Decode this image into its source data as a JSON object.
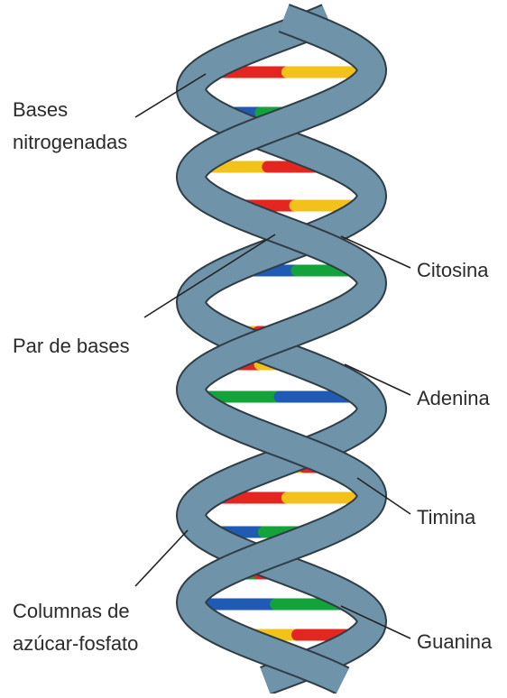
{
  "labels": {
    "bases_nitrogenadas": [
      "Bases",
      "nitrogenadas"
    ],
    "par_de_bases": "Par de bases",
    "columnas": [
      "Columnas de",
      "azúcar-fosfato"
    ],
    "citosina": "Citosina",
    "adenina": "Adenina",
    "timina": "Timina",
    "guanina": "Guanina"
  },
  "colors": {
    "backbone": "#6f93a8",
    "backbone_stroke": "#2f3d46",
    "adenina": "#f2c21b",
    "timina": "#e3261f",
    "citosina": "#1f5bb5",
    "guanina": "#13a33a",
    "leader_line": "#222222"
  }
}
